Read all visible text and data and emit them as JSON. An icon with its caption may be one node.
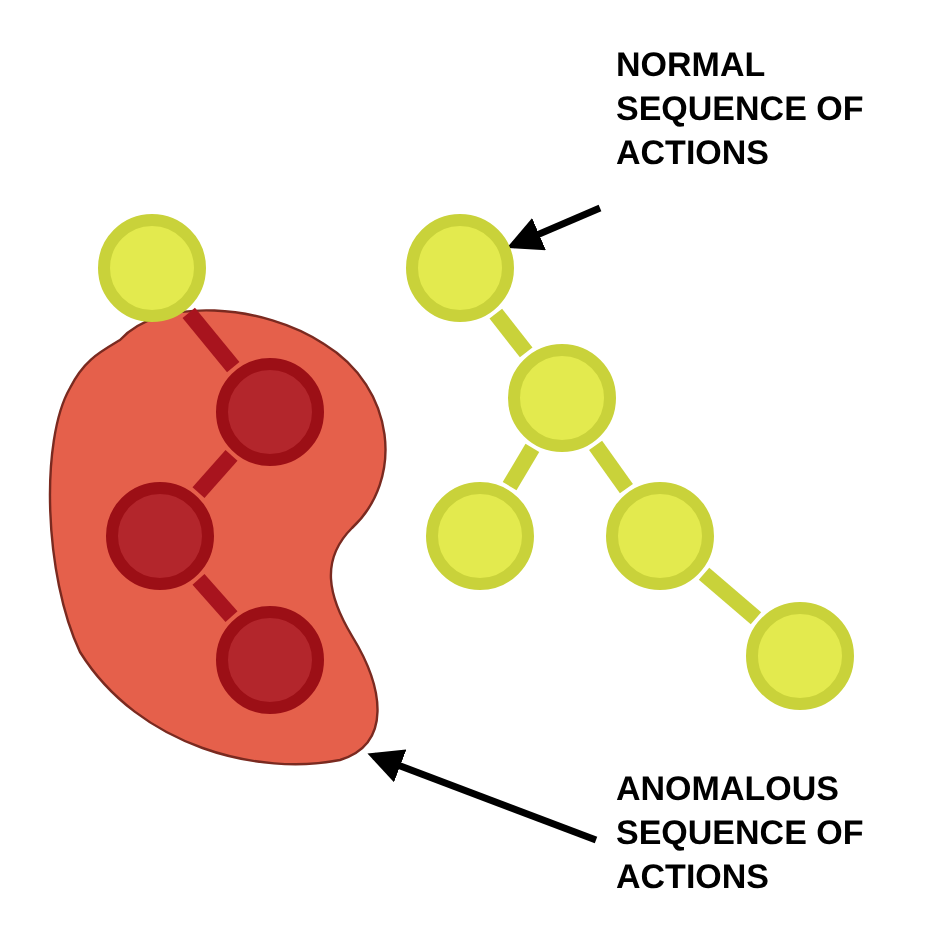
{
  "diagram": {
    "nodes": [
      {
        "text": [
          "NORMAL SEQUENCE OF ACTIONS"
        ]
      },
      {
        "text": [],
        "shape": "circle"
      },
      {
        "text": [],
        "shape": "circle"
      },
      {
        "text": [],
        "shape": "circle"
      },
      {
        "text": [],
        "shape": "cloud"
      },
      {
        "text": [],
        "shape": "circle",
        "in": 4
      },
      {
        "text": [],
        "shape": "circle"
      },
      {
        "text": [],
        "shape": "circle",
        "in": 4
      },
      {
        "text": [],
        "shape": "circle"
      },
      {
        "text": [],
        "shape": "circle",
        "in": 4
      },
      {
        "text": [],
        "shape": "circle"
      },
      {
        "text": [
          "ANOMALOUS SEQUENCE OF ACTIONS"
        ]
      }
    ],
    "edges": [
      {
        "from": 0,
        "to": 2,
        "arrow": "to",
        "color": "#000000"
      },
      {
        "from": 11,
        "to": 4,
        "arrow": "to",
        "color": "#000000"
      },
      {
        "from": 1,
        "to": 5,
        "arrow": "none",
        "color": "#a8141e"
      },
      {
        "from": 5,
        "to": 7,
        "arrow": "none",
        "color": "#a8141e"
      },
      {
        "from": 7,
        "to": 9,
        "arrow": "none",
        "color": "#a8141e"
      },
      {
        "from": 2,
        "to": 3,
        "arrow": "none"
      },
      {
        "from": 3,
        "to": 6,
        "arrow": "none"
      },
      {
        "from": 3,
        "to": 8,
        "arrow": "none"
      },
      {
        "from": 8,
        "to": 10,
        "arrow": "none"
      }
    ]
  }
}
